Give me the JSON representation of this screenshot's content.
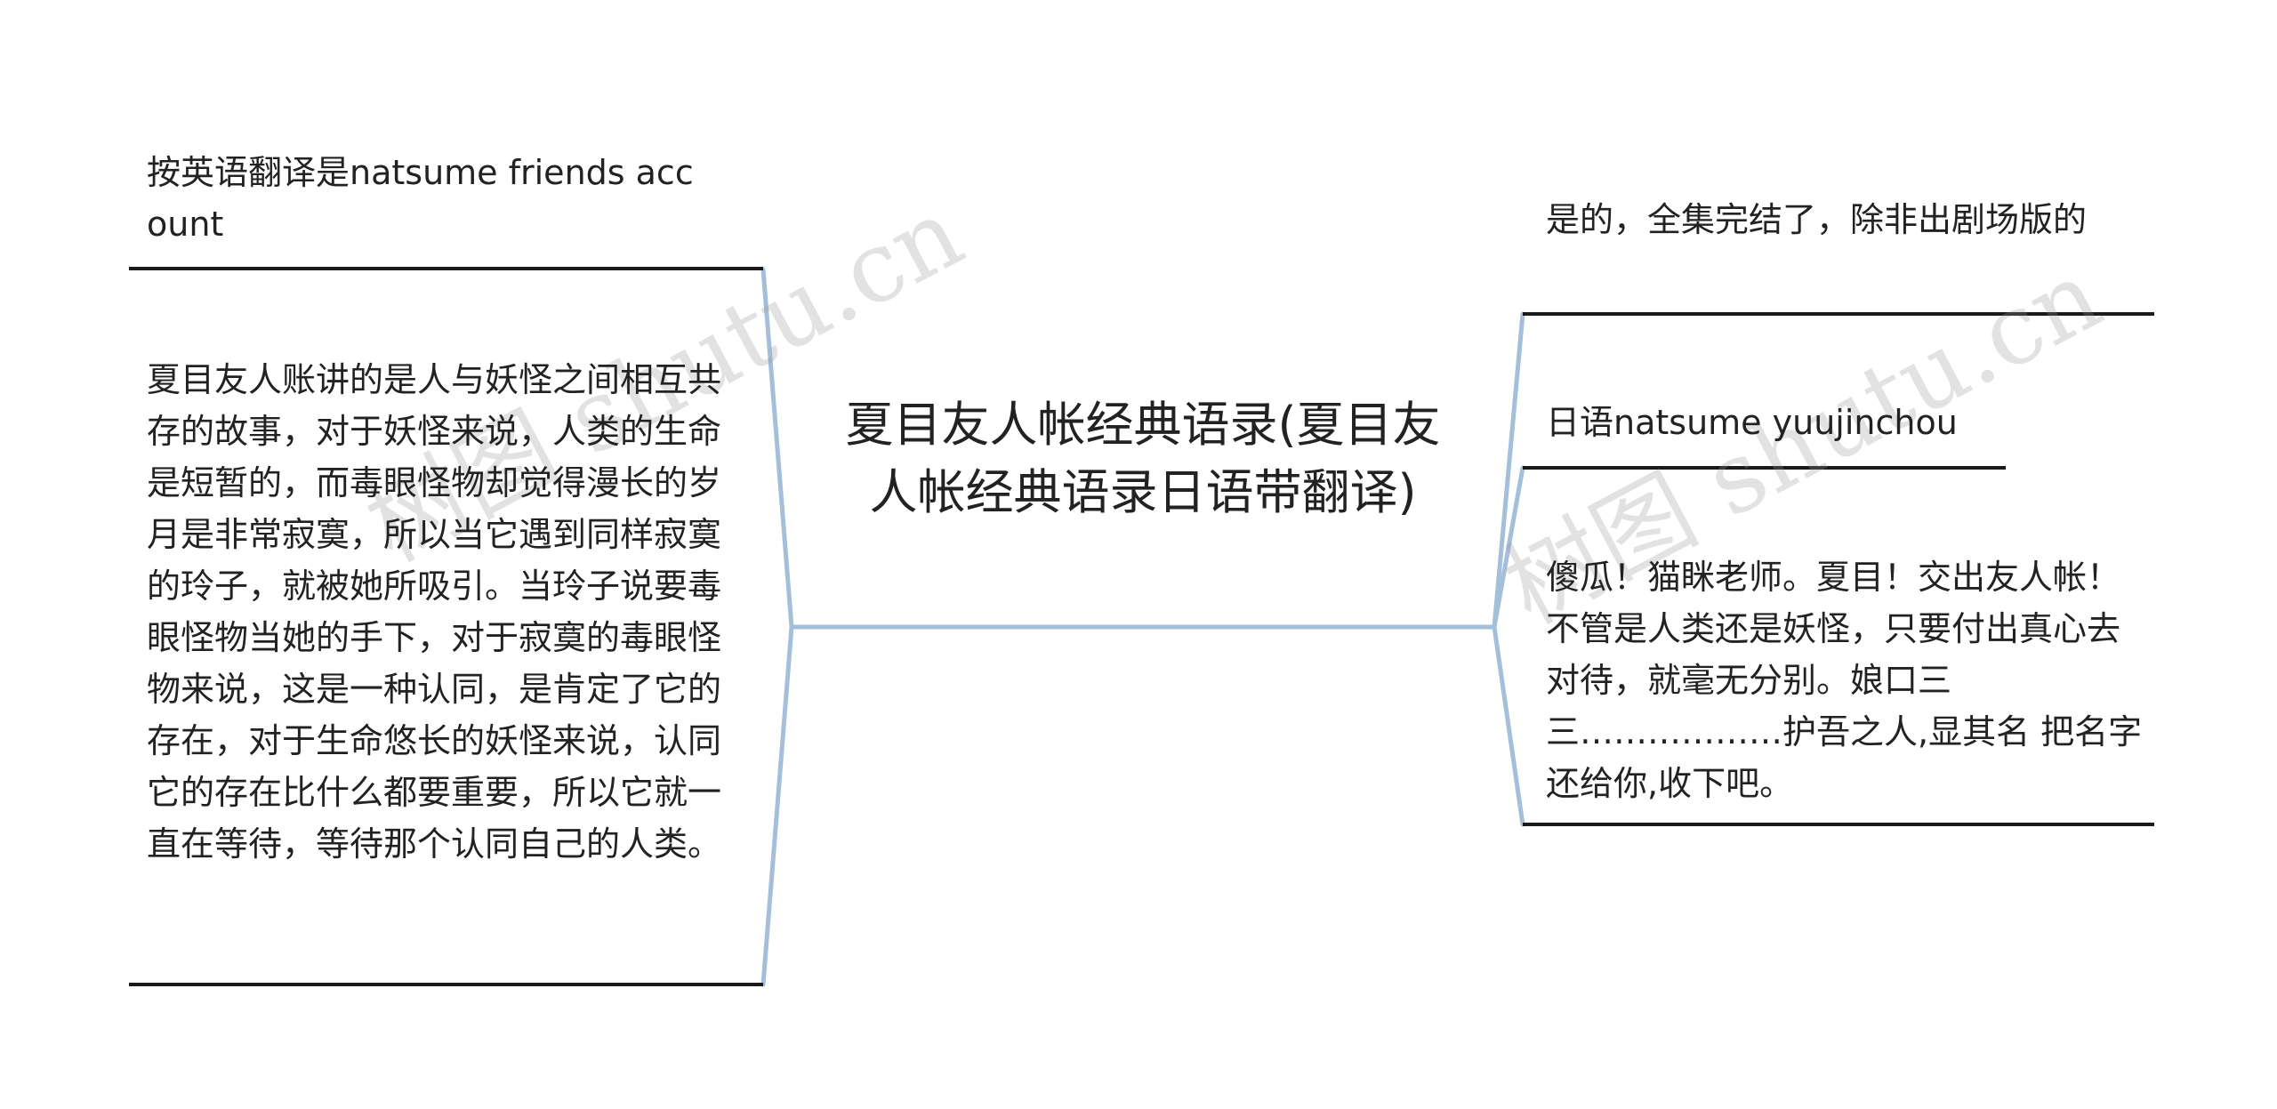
{
  "center": {
    "text": "夏目友人帐经典语录(夏目友人帐经典语录日语带翻译)"
  },
  "left_nodes": [
    {
      "text": "按英语翻译是natsume friends account"
    },
    {
      "text": "夏目友人账讲的是人与妖怪之间相互共存的故事，对于妖怪来说，人类的生命是短暂的，而毒眼怪物却觉得漫长的岁月是非常寂寞，所以当它遇到同样寂寞的玲子，就被她所吸引。当玲子说要毒眼怪物当她的手下，对于寂寞的毒眼怪物来说，这是一种认同，是肯定了它的存在，对于生命悠长的妖怪来说，认同它的存在比什么都要重要，所以它就一直在等待，等待那个认同自己的人类。"
    }
  ],
  "right_nodes": [
    {
      "text": "是的，全集完结了，除非出剧场版的"
    },
    {
      "text": "日语natsume yuujinchou"
    },
    {
      "text": "傻瓜！猫眯老师。夏目！交出友人帐！不管是人类还是妖怪，只要付出真心去对待，就毫无分别。娘口三三………………护吾之人,显其名 把名字还给你,收下吧。"
    }
  ],
  "watermarks": [
    "树图 shutu.cn",
    "树图 shutu.cn"
  ],
  "colors": {
    "connector": "#a3bfd9",
    "underline": "#1a1a1a",
    "text": "#222222"
  }
}
